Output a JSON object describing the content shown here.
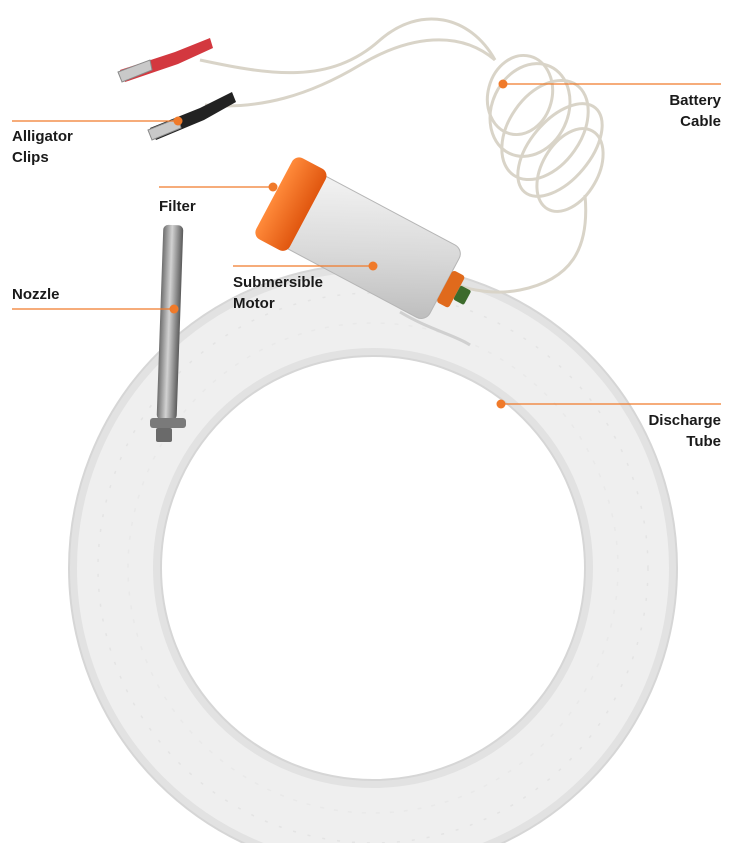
{
  "colors": {
    "accent": "#f07a2a",
    "label_text": "#1a1a1a",
    "hose": "#ececec",
    "motor_body": "#dcdcdc",
    "filter_cap": "#f26b1d",
    "clip_red": "#d3383f",
    "clip_black": "#222222"
  },
  "callouts": {
    "alligator_clips": {
      "lines": [
        "Alligator",
        "Clips"
      ]
    },
    "battery_cable": {
      "lines": [
        "Battery",
        "Cable"
      ]
    },
    "filter": {
      "lines": [
        "Filter"
      ]
    },
    "nozzle": {
      "lines": [
        "Nozzle"
      ]
    },
    "submersible_motor": {
      "lines": [
        "Submersible",
        "Motor"
      ]
    },
    "discharge_tube": {
      "lines": [
        "Discharge",
        "Tube"
      ]
    }
  }
}
